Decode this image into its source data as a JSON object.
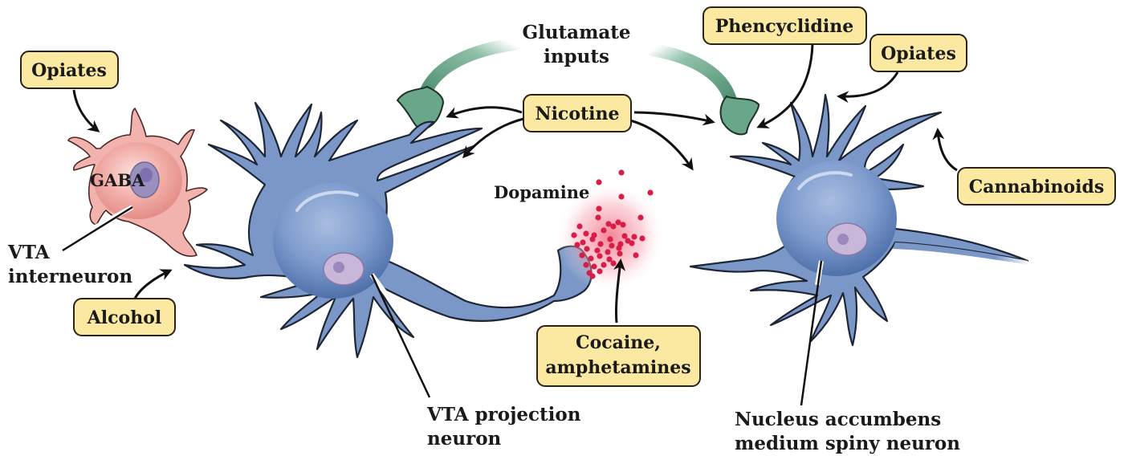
{
  "figure": {
    "title": "Drug actions on the mesolimbic dopamine pathway",
    "glutamate_label": [
      "Glutamate",
      "inputs"
    ],
    "dopamine_label": "Dopamine",
    "gaba_label": "GABA",
    "cell_labels": {
      "vta_interneuron": [
        "VTA",
        "interneuron"
      ],
      "vta_projection": [
        "VTA projection",
        "neuron"
      ],
      "nucleus_accumbens": [
        "Nucleus accumbens",
        "medium spiny neuron"
      ]
    },
    "drug_boxes": {
      "opiates_left": "Opiates",
      "alcohol": "Alcohol",
      "nicotine": "Nicotine",
      "phencyclidine": "Phencyclidine",
      "opiates_right": "Opiates",
      "cannabinoids": "Cannabinoids",
      "cocaine": [
        "Cocaine,",
        "amphetamines"
      ]
    },
    "colors": {
      "neuron_blue": "#7a97c7",
      "gaba_pink": "#f2b3ae",
      "glutamate_green": "#6aa68a",
      "dopamine_red": "#d81e48",
      "label_box_fill": "#fbe9a2"
    }
  }
}
